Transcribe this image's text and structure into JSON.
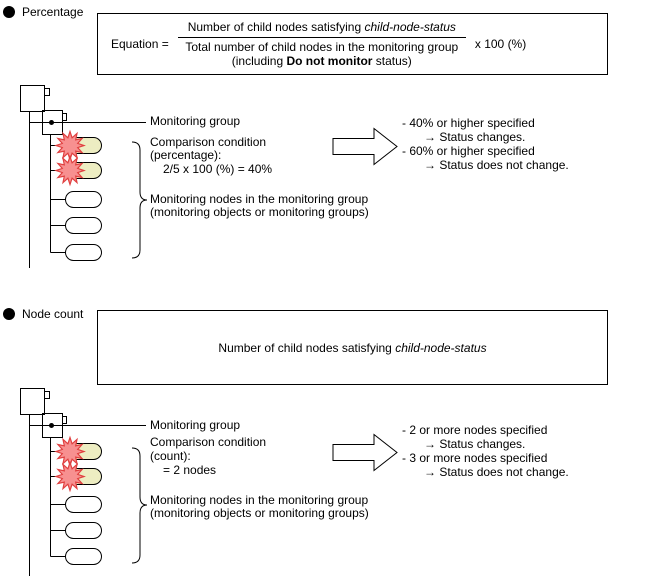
{
  "colors": {
    "starburst_fill": "#f79090",
    "starburst_stroke": "#e04040",
    "highlight_pill_fill": "#ededc2",
    "plain_pill_fill": "#ffffff"
  },
  "percentage_section": {
    "bullet_label": "Percentage",
    "equation": {
      "label": "Equation =",
      "numerator_prefix": "Number of child nodes satisfying ",
      "numerator_italic": "child-node-status",
      "denominator_line1": "Total number of child nodes in the monitoring group",
      "denominator_prefix": "(including ",
      "denominator_bold": "Do not monitor",
      "denominator_suffix": " status)",
      "multiplier": "x  100 (%)"
    },
    "labels": {
      "group": "Monitoring group",
      "condition1": "Comparison condition",
      "condition2": "(percentage):",
      "condition3": "2/5 x  100 (%) = 40%",
      "nodes1": "Monitoring nodes in the monitoring group",
      "nodes2": "(monitoring objects or monitoring groups)"
    },
    "outcomes": {
      "cond1": "- 40% or higher specified",
      "res1": "→ Status changes.",
      "cond2": "- 60% or higher specified",
      "res2": "→ Status does not change."
    }
  },
  "node_count_section": {
    "bullet_label": "Node count",
    "formula_prefix": "Number of child nodes satisfying ",
    "formula_italic": "child-node-status",
    "labels": {
      "group": "Monitoring group",
      "condition1": "Comparison condition",
      "condition2": "(count):",
      "condition3": "= 2 nodes",
      "nodes1": "Monitoring nodes in the monitoring group",
      "nodes2": "(monitoring objects or monitoring groups)"
    },
    "outcomes": {
      "cond1": "- 2 or more nodes specified",
      "res1": "→ Status changes.",
      "cond2": "- 3 or more nodes specified",
      "res2": "→ Status does not change."
    }
  }
}
